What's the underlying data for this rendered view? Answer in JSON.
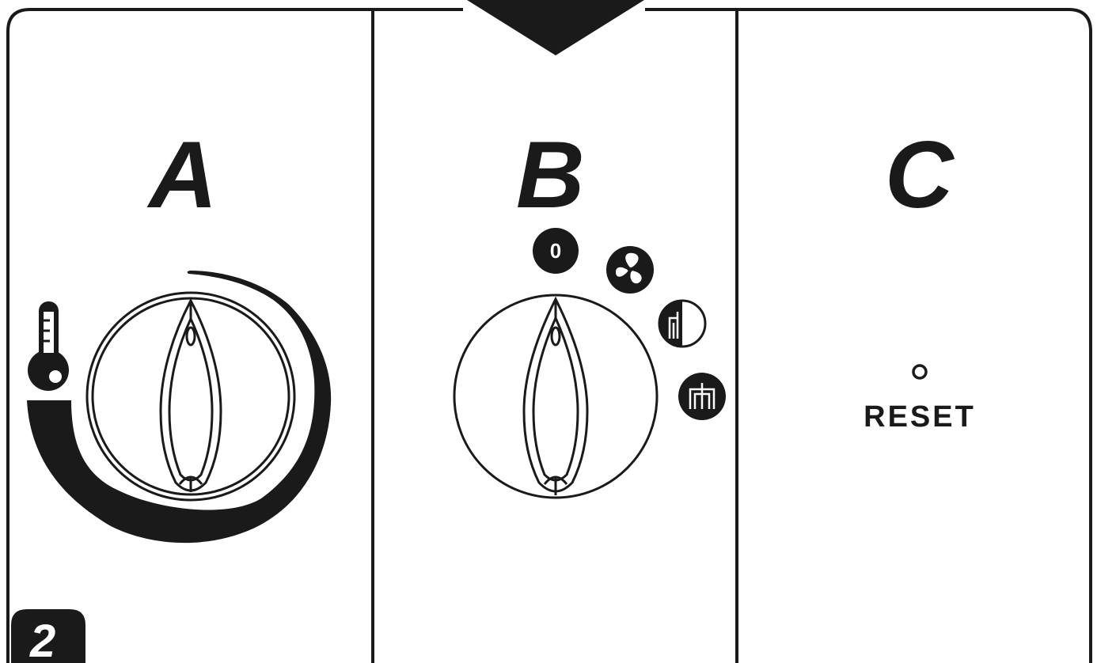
{
  "panels": {
    "a": {
      "letter": "A"
    },
    "b": {
      "letter": "B",
      "mode_off_label": "0"
    },
    "c": {
      "letter": "C",
      "reset_label": "RESET"
    }
  },
  "page_number": "2",
  "icons": {
    "thermometer": "thermometer-icon",
    "fan": "fan-icon",
    "half_heat": "half-heat-icon",
    "full_heat": "full-heat-icon",
    "reset_indicator": "reset-indicator-icon",
    "pointer": "pointer-triangle-icon"
  },
  "colors": {
    "ink": "#1a1a1a",
    "paper": "#ffffff"
  }
}
